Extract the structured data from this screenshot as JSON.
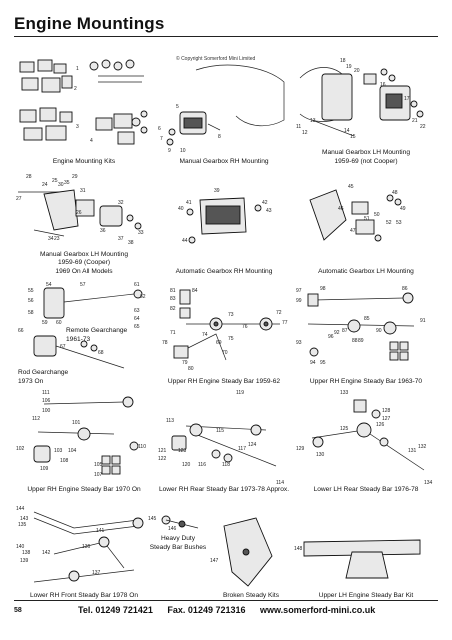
{
  "page": {
    "title": "Engine Mountings",
    "copyright": "© Copyright Somerford Mini Limited",
    "page_number": "58",
    "footer": {
      "tel": "Tel. 01249 721421",
      "fax": "Fax. 01249 721316",
      "web": "www.somerford-mini.co.uk"
    }
  },
  "panels": [
    {
      "caption": "Engine Mounting Kits",
      "callouts": [
        "1",
        "2",
        "3",
        "4"
      ]
    },
    {
      "caption": "Manual Gearbox RH Mounting",
      "callouts": [
        "5",
        "6",
        "7",
        "8",
        "9",
        "10"
      ]
    },
    {
      "caption": "Manual Gearbox LH Mounting\n1959-69 (not Cooper)",
      "callouts": [
        "11",
        "12",
        "13",
        "14",
        "15",
        "16",
        "17",
        "18",
        "19",
        "20",
        "21",
        "22"
      ]
    },
    {
      "caption": "Manual Gearbox LH Mounting\n1959-69 (Cooper)\n1969 On All Models",
      "callouts": [
        "23",
        "24",
        "25",
        "26",
        "27",
        "28",
        "29",
        "30",
        "31",
        "32",
        "33",
        "34",
        "35",
        "36",
        "37",
        "38"
      ]
    },
    {
      "caption": "Automatic Gearbox RH Mounting",
      "callouts": [
        "39",
        "40",
        "41",
        "42",
        "43",
        "44"
      ]
    },
    {
      "caption": "Automatic Gearbox LH Mounting",
      "callouts": [
        "45",
        "46",
        "47",
        "48",
        "49",
        "50",
        "51",
        "52",
        "53"
      ]
    },
    {
      "caption": "Remote Gearchange\n1961-73",
      "callouts": [
        "54",
        "55",
        "56",
        "57",
        "58",
        "59",
        "60",
        "61",
        "62",
        "63",
        "64",
        "65",
        "66",
        "67",
        "68"
      ]
    },
    {
      "caption": "Rod Gearchange\n1973 On",
      "callouts": []
    },
    {
      "caption": "Upper RH Engine Steady Bar 1959-62",
      "callouts": [
        "69",
        "70",
        "71",
        "72",
        "73",
        "74",
        "75",
        "76",
        "77",
        "78",
        "79",
        "80",
        "81",
        "82",
        "83",
        "84"
      ]
    },
    {
      "caption": "Upper RH Engine Steady Bar 1963-70",
      "callouts": [
        "85",
        "86",
        "87",
        "88",
        "89",
        "90",
        "91",
        "92",
        "93",
        "94",
        "95",
        "96",
        "97",
        "98",
        "99"
      ]
    },
    {
      "caption": "Upper RH Engine Steady Bar 1970 On",
      "callouts": [
        "100",
        "101",
        "102",
        "103",
        "104",
        "105",
        "106",
        "107",
        "108",
        "109",
        "110",
        "111",
        "112"
      ]
    },
    {
      "caption": "Lower RH Rear Steady Bar 1973-78 Approx.",
      "callouts": [
        "113",
        "114",
        "115",
        "116",
        "117",
        "118",
        "119",
        "120",
        "121",
        "122",
        "123",
        "124"
      ]
    },
    {
      "caption": "Lower LH Rear Steady Bar 1976-78",
      "callouts": [
        "125",
        "126",
        "127",
        "128",
        "129",
        "130",
        "131",
        "132",
        "133",
        "134"
      ]
    },
    {
      "caption": "Lower RH Front Steady Bar 1978 On",
      "callouts": [
        "135",
        "136",
        "137",
        "138",
        "139",
        "140",
        "141",
        "142",
        "143",
        "144"
      ]
    },
    {
      "caption": "Heavy Duty\nSteady Bar Bushes",
      "callouts": [
        "145",
        "146"
      ]
    },
    {
      "caption": "Broken Steady Kits",
      "callouts": [
        "147"
      ]
    },
    {
      "caption": "Upper LH Engine Steady Bar Kit",
      "callouts": [
        "148"
      ]
    }
  ]
}
